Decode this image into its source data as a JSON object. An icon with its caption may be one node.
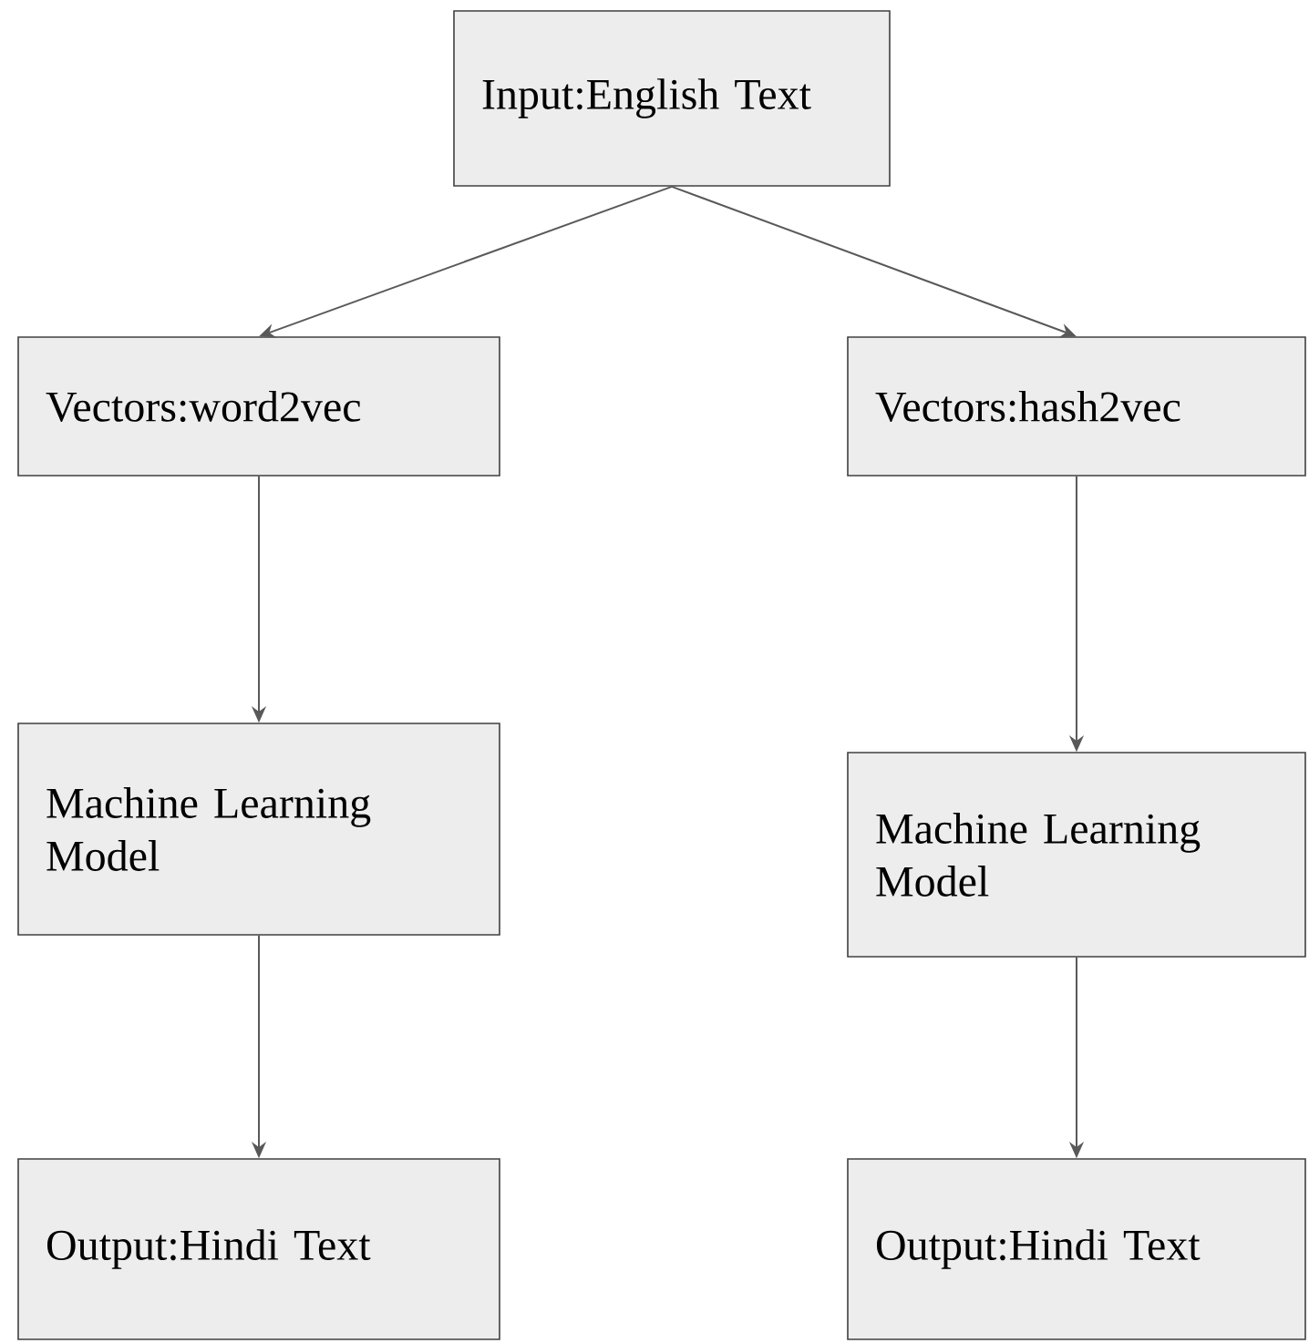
{
  "diagram": {
    "nodes": [
      {
        "text": [
          "Input:English Text"
        ]
      },
      {
        "text": [
          "Vectors:word2vec"
        ]
      },
      {
        "text": [
          "Vectors:hash2vec"
        ]
      },
      {
        "text": [
          "Machine Learning Model"
        ]
      },
      {
        "text": [
          "Machine Learning Model"
        ]
      },
      {
        "text": [
          "Output:Hindi Text"
        ]
      },
      {
        "text": [
          "Output:Hindi Text"
        ]
      }
    ],
    "edges": [
      {
        "from": 0,
        "to": 1,
        "arrow": "to"
      },
      {
        "from": 0,
        "to": 2,
        "arrow": "to"
      },
      {
        "from": 1,
        "to": 3,
        "arrow": "to"
      },
      {
        "from": 3,
        "to": 5,
        "arrow": "to"
      },
      {
        "from": 2,
        "to": 4,
        "arrow": "to"
      },
      {
        "from": 4,
        "to": 6,
        "arrow": "to"
      }
    ]
  }
}
